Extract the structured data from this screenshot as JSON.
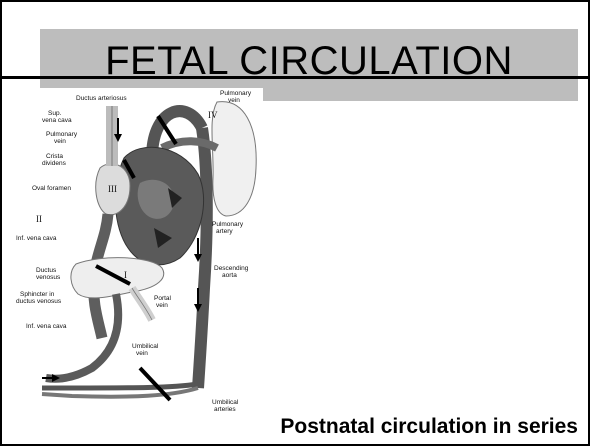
{
  "slide": {
    "title": "FETAL CIRCULATION",
    "caption": "Postnatal circulation in series"
  },
  "figure": {
    "labels": {
      "ductus_arteriosus": "Ductus arteriosus",
      "sup_vena_cava_1": "Sup.",
      "sup_vena_cava_2": "vena cava",
      "pulmonary_vein_left_1": "Pulmonary",
      "pulmonary_vein_left_2": "vein",
      "pulmonary_vein_top_1": "Pulmonary",
      "pulmonary_vein_top_2": "vein",
      "crista_dividens_1": "Crista",
      "crista_dividens_2": "dividens",
      "oval_foramen": "Oval foramen",
      "pulmonary_artery_1": "Pulmonary",
      "pulmonary_artery_2": "artery",
      "inf_vena_cava_upper": "Inf. vena cava",
      "ductus_venosus_1": "Ductus",
      "ductus_venosus_2": "venosus",
      "descending_aorta_1": "Descending",
      "descending_aorta_2": "aorta",
      "sphincter_1": "Sphincter in",
      "sphincter_2": "ductus venosus",
      "portal_vein_1": "Portal",
      "portal_vein_2": "vein",
      "inf_vena_cava_lower": "Inf. vena cava",
      "umbilical_vein_1": "Umbilical",
      "umbilical_vein_2": "vein",
      "umbilical_arteries_1": "Umbilical",
      "umbilical_arteries_2": "arteries"
    },
    "numerals": {
      "I": "I",
      "II": "II",
      "III": "III",
      "IV": "IV"
    }
  }
}
